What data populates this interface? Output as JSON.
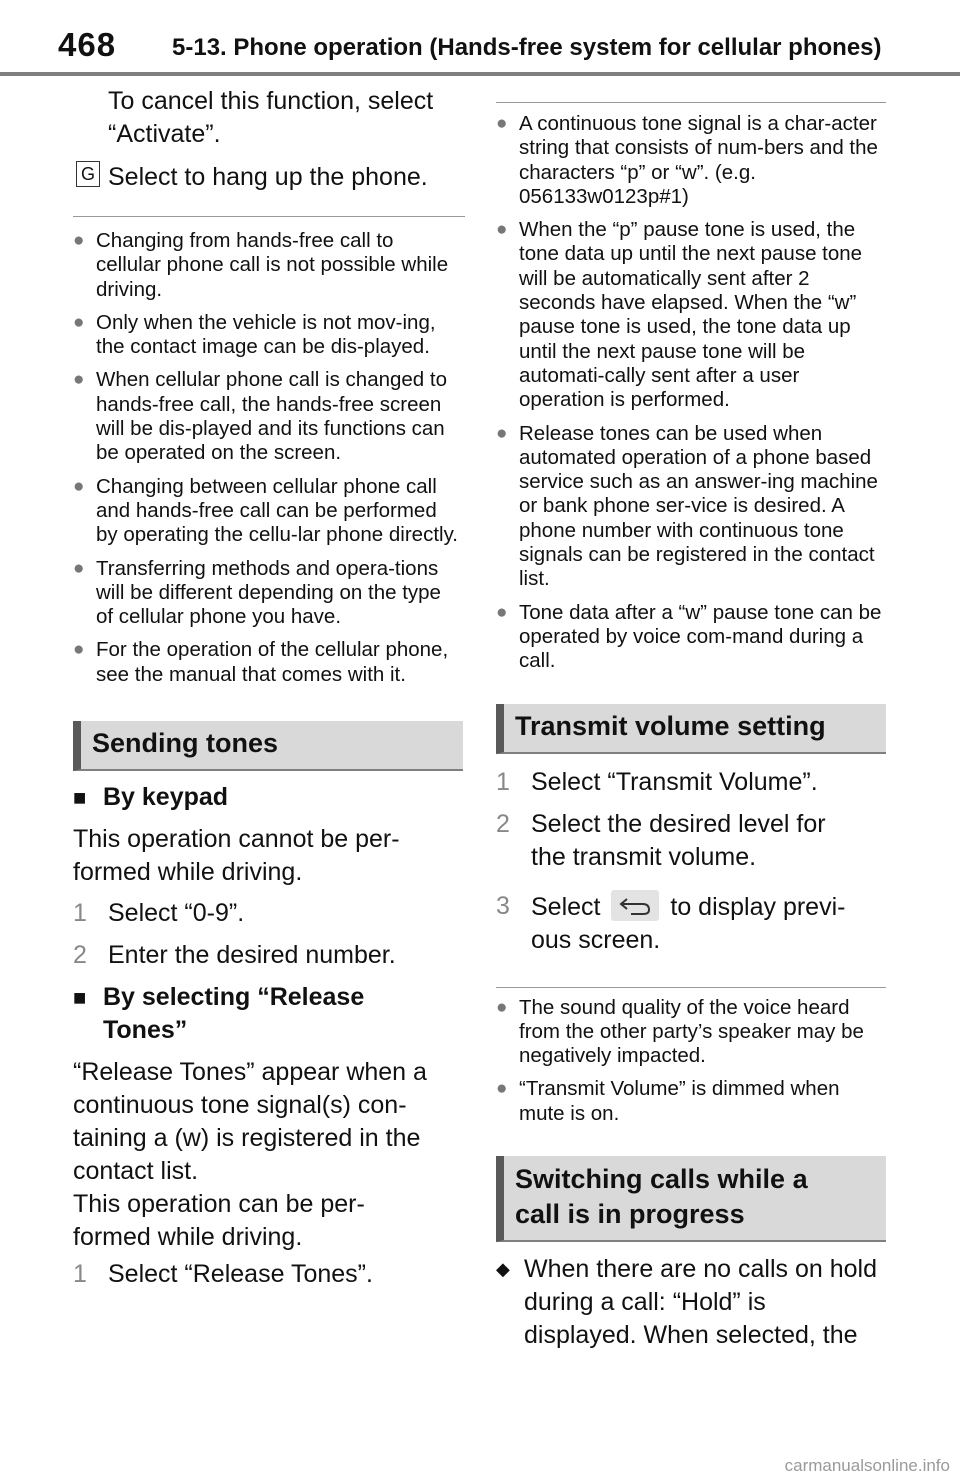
{
  "header": {
    "page_number": "468",
    "section_title": "5-13. Phone operation (Hands-free system for cellular phones)"
  },
  "left": {
    "cancel_text": "To cancel this function, select “Activate”.",
    "g_label": "G",
    "g_text": "Select to hang up the phone.",
    "notes": [
      "Changing from hands-free call to cellular phone call is not possible while driving.",
      "Only when the vehicle is not mov-ing, the contact image can be dis-played.",
      "When cellular phone call is changed to hands-free call, the hands-free screen will be dis-played and its functions can be operated on the screen.",
      "Changing between cellular phone call and hands-free call can be performed by operating the cellu-lar phone directly.",
      "Transferring methods and opera-tions will be different depending on the type of cellular phone you have.",
      "For the operation of the cellular phone, see the manual that comes with it."
    ],
    "sending_tones_heading": "Sending tones",
    "by_keypad_heading": "By keypad",
    "keypad_text": "This operation cannot be per-formed while driving.",
    "keypad_steps": [
      {
        "num": "1",
        "text": "Select “0-9”."
      },
      {
        "num": "2",
        "text": "Enter the desired number."
      }
    ],
    "release_heading": "By selecting “Release Tones”",
    "release_text_1": "“Release Tones” appear when a continuous tone signal(s) con-taining a (w) is registered in the contact list.",
    "release_text_2": "This operation can be per-formed while driving.",
    "release_step": {
      "num": "1",
      "text": "Select “Release Tones”."
    }
  },
  "right": {
    "notes": [
      "A continuous tone signal is a char-acter string that consists of num-bers and the characters “p” or “w”. (e.g. 056133w0123p#1)",
      "When the “p” pause tone is used, the tone data up until the next pause tone will be automatically sent after 2 seconds have elapsed. When the “w” pause tone is used, the tone data up until the next pause tone will be automati-cally sent after a user operation is performed.",
      "Release tones can be used when automated operation of a phone based service such as an answer-ing machine or bank phone ser-vice is desired. A phone number with continuous tone signals can be registered in the contact list.",
      "Tone data after a “w” pause tone can be operated by voice com-mand during a call."
    ],
    "transmit_heading": "Transmit volume setting",
    "transmit_steps": [
      {
        "num": "1",
        "text": "Select “Transmit Volume”."
      },
      {
        "num": "2",
        "text": "Select the desired level for the transmit volume."
      }
    ],
    "step3": {
      "num": "3",
      "before": "Select",
      "after": "to display previ-ous screen."
    },
    "transmit_notes": [
      "The sound quality of the voice heard from the other party’s speaker may be negatively impacted.",
      "“Transmit Volume” is dimmed when mute is on."
    ],
    "switching_heading": "Switching calls while a call is in progress",
    "switching_item": "When there are no calls on hold during a call: “Hold” is displayed. When selected, the"
  },
  "icons": {
    "bullet": "●",
    "sub_heading_marker": "■",
    "diamond": "◆",
    "back": "back-arrow-icon"
  },
  "watermark": "carmanualsonline.info"
}
